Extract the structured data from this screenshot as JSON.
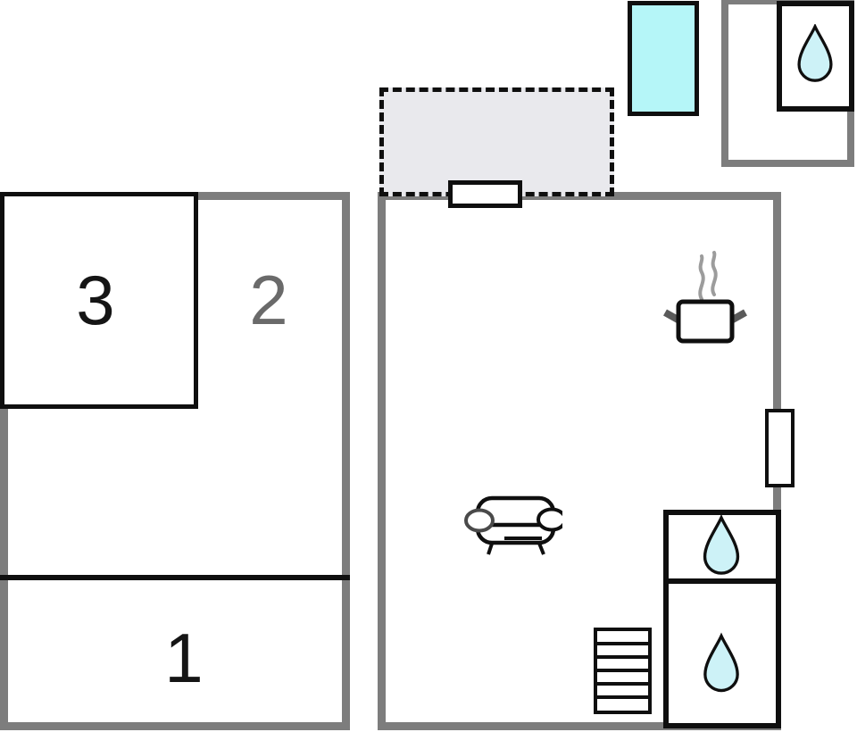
{
  "title": "floor-plan",
  "rooms": {
    "room1_label": "1",
    "room2_label": "2",
    "room3_label": "3"
  },
  "icons": {
    "water_drop": "teardrop glyph marking bathroom/shower",
    "stove": "pot with steam marking kitchen",
    "sofa": "sofa top view marking living area",
    "stairs": "staircase with six treads",
    "pool": "cyan rectangle marking plunge pool",
    "door": "white rectangle opening in wall",
    "window": "white rectangle on wall",
    "terrace": "dashed outline marking terrace"
  },
  "colors": {
    "wall": "#7d7d7d",
    "line": "#0f0f0f",
    "terrace_fill": "#e9e9ed",
    "pool_fill": "#b5f6f8",
    "drop_fill": "#cdf2f7",
    "label_dark": "#151515",
    "label_muted": "#6a6a6a",
    "steam": "#9c9c9c",
    "handle": "#5a5a5a"
  }
}
